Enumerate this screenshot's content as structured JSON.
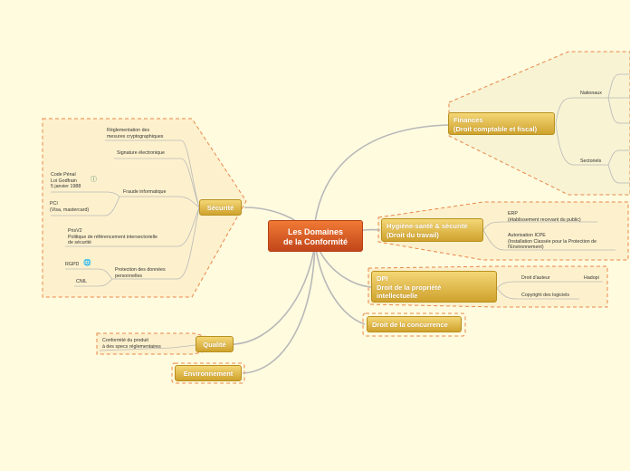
{
  "central": {
    "title_line1": "Les Domaines",
    "title_line2": "de la Conformité"
  },
  "branches": {
    "finances": {
      "line1": "Finances",
      "line2": "(Droit comptable et fiscal)"
    },
    "hygiene": {
      "line1": "Hygiène-santé & sécurité",
      "line2": "(Droit du travail)"
    },
    "dpi": {
      "line1": "DPI",
      "line2": "Droit de la propriété",
      "line3": "intellectuelle"
    },
    "concurrence": {
      "label": "Droit de la concurrence"
    },
    "securite": {
      "label": "Sécurité"
    },
    "qualite": {
      "label": "Qualité"
    },
    "environnement": {
      "label": "Environnement"
    }
  },
  "leaves": {
    "nationaux": "Nationaux",
    "sectoriels": "Sectoriels",
    "erp": "ERP\n(établissement recevant du public)",
    "icpe": "Autorisation ICPE\n(Installation Classée pour la Protection de\nl'Environnement)",
    "droit_auteur": "Droit d'auteur",
    "hadopi": "Hadopi",
    "copyright": "Copyright des logiciels",
    "crypto": "Réglementation des\nmesures cryptographiques",
    "signature": "Signature électronique",
    "fraude": "Fraude informatique",
    "code_penal": "Code Pénal\nLoi Godfrain\n5 janvier 1988",
    "pci": "PCI\n(Visa, mastercard)",
    "prisv2": "PrisV2\nPolitique de référencement intersectorielle\nde sécurité",
    "protection": "Protection des données\npersonnelles",
    "rgpd": "RGPD",
    "cnil": "CNIL",
    "conformite": "Conformité du produit\nà des specs réglementaires"
  },
  "colors": {
    "background": "#fffbdf",
    "central": "#d9561f",
    "branch": "#e4bc4a",
    "dashed_border": "#e8874a",
    "zone_fill": "#fdf1cd",
    "finances_zone_fill": "#f7f3d3",
    "connector": "#b8b8b8"
  },
  "icons": {
    "code_penal": "info-sign-icon",
    "rgpd": "globe-icon"
  }
}
